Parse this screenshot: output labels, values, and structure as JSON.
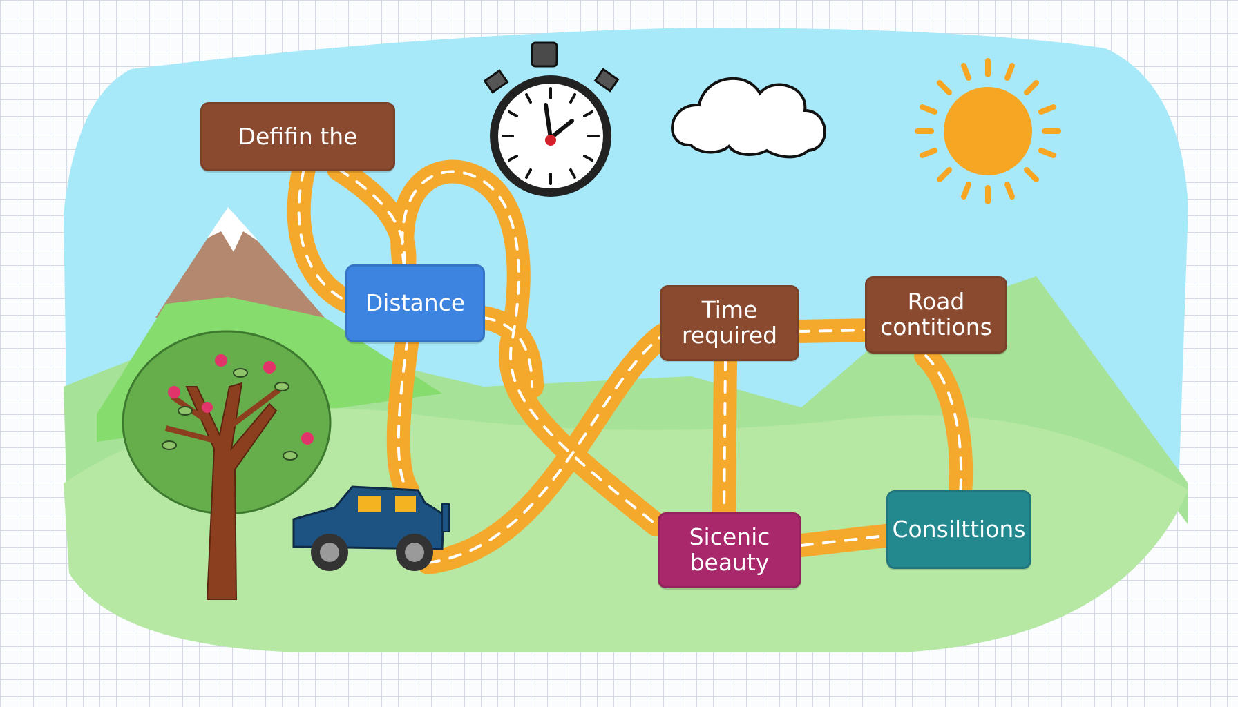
{
  "colors": {
    "sky": "#a7e9f8",
    "hills": "#b6e8a3",
    "mountain_green": "#86dc6c",
    "road": "#f5a92c",
    "brown_box": "#8a4a2f",
    "blue_box": "#3d83e0",
    "magenta_box": "#a8286b",
    "teal_box": "#24888f",
    "sun": "#f6a623",
    "car": "#1d5382"
  },
  "labels": {
    "define": "Defifin the",
    "distance": "Distance",
    "time": "Time\nrequired",
    "road": "Road\ncontitions",
    "scenic": "Sicenic\nbeauty",
    "conditions": "Consilttions"
  },
  "icons": [
    "stopwatch-icon",
    "cloud-icon",
    "sun-icon",
    "mountain-icon",
    "tree-icon",
    "car-icon"
  ]
}
